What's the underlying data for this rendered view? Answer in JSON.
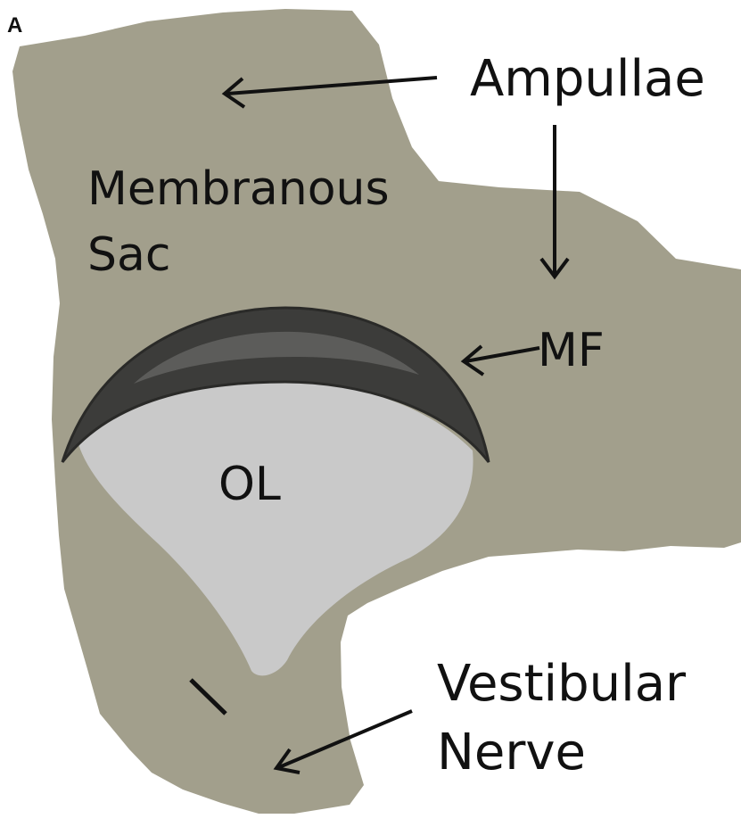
{
  "panel_letter": "A",
  "labels": {
    "ampullae": "Ampullae",
    "membranous_line1": "Membranous",
    "membranous_line2": "Sac",
    "mf": "MF",
    "ol": "OL",
    "vestibular_line1": "Vestibular",
    "vestibular_line2": "Nerve"
  },
  "colors": {
    "background": "#ffffff",
    "membranous_sac": "#a29f8c",
    "macular_fold_dark": "#3c3c3a",
    "macular_fold_mid": "#5c5c5a",
    "otolith": "#c9c9c9",
    "text": "#111111"
  }
}
